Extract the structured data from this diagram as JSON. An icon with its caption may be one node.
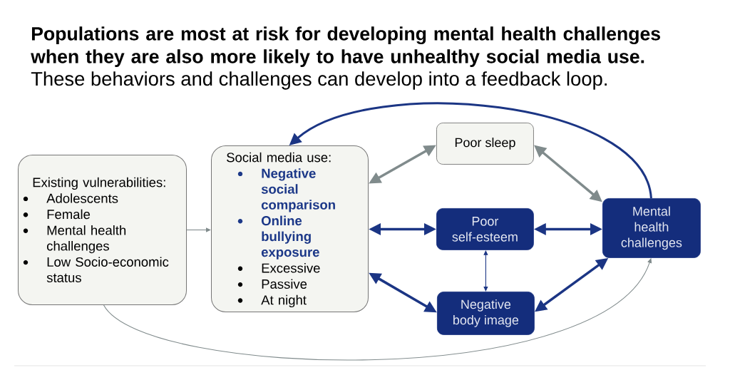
{
  "diagram": {
    "title": "Populations are most at risk for developing mental health challenges when they are also more likely to have unhealthy social media use.",
    "nodes": [
      {
        "text": [
          "Existing vulnerabilities:",
          "Adolescents",
          "Female",
          "Mental health challenges",
          "Low Socio-economic status"
        ]
      },
      {
        "text": [
          "Social media use:",
          "Negative social comparison",
          "Online bullying exposure",
          "Excessive",
          "Passive",
          "At night"
        ]
      },
      {
        "text": [
          "Poor sleep"
        ]
      },
      {
        "text": [
          "Poor self-esteem"
        ]
      },
      {
        "text": [
          "Mental health challenges"
        ]
      },
      {
        "text": [
          "Negative body image"
        ]
      }
    ],
    "edges": [
      {
        "from": 0,
        "to": 1,
        "arrow": "to",
        "color": "#808b8c"
      },
      {
        "from": 1,
        "to": 2,
        "arrow": "both",
        "color": "#808b8c"
      },
      {
        "from": 2,
        "to": 4,
        "arrow": "both",
        "color": "#808b8c"
      },
      {
        "from": 1,
        "to": 3,
        "arrow": "both"
      },
      {
        "from": 3,
        "to": 4,
        "arrow": "both"
      },
      {
        "from": 3,
        "to": 5,
        "arrow": "both"
      },
      {
        "from": 1,
        "to": 5,
        "arrow": "both"
      },
      {
        "from": 5,
        "to": 4,
        "arrow": "both"
      },
      {
        "from": 4,
        "to": 1,
        "arrow": "to"
      },
      {
        "from": 0,
        "to": 4,
        "arrow": "to",
        "color": "#808b8c"
      }
    ],
    "labels": [
      "These behaviors and challenges can develop into a feedback loop."
    ]
  }
}
